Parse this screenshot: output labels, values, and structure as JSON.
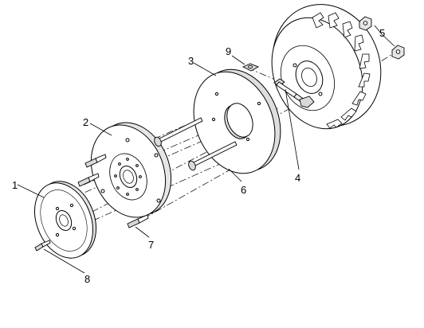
{
  "diagram": {
    "callouts": [
      {
        "id": "1",
        "text": "1"
      },
      {
        "id": "2",
        "text": "2"
      },
      {
        "id": "3",
        "text": "3"
      },
      {
        "id": "4",
        "text": "4"
      },
      {
        "id": "5",
        "text": "5"
      },
      {
        "id": "6",
        "text": "6"
      },
      {
        "id": "7",
        "text": "7"
      },
      {
        "id": "8",
        "text": "8"
      },
      {
        "id": "9",
        "text": "9"
      }
    ],
    "colors": {
      "line": "#000000",
      "part_shade": "#d9d9d9",
      "background": "#ffffff"
    }
  }
}
